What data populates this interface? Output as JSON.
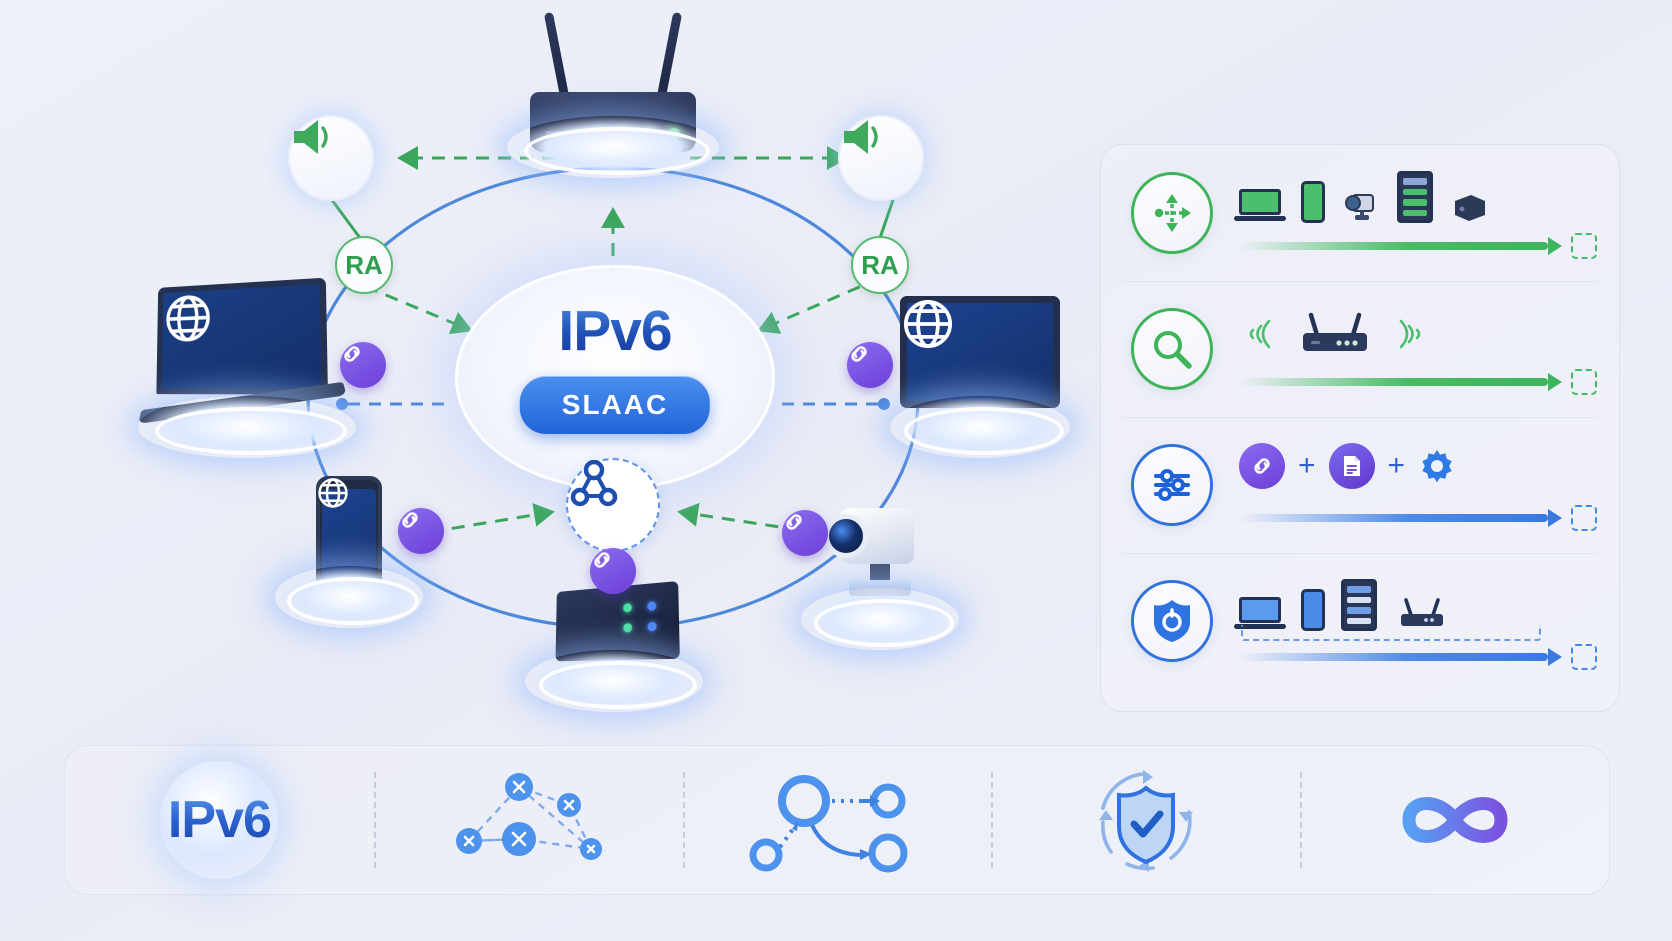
{
  "hub": {
    "title": "IPv6",
    "pill_label": "SLAAC",
    "node_icon": "network-nodes-icon"
  },
  "badges": {
    "ra_left": "RA",
    "ra_right": "RA",
    "link_icon": "chain-link-icon",
    "speaker_icon": "speaker-broadcast-icon"
  },
  "nodes": [
    {
      "id": "router",
      "name": "router-node",
      "icon": "wifi-router-icon",
      "led_color": "#6fe089",
      "led_count": 4
    },
    {
      "id": "laptop",
      "name": "laptop-node",
      "icon": "globe-icon"
    },
    {
      "id": "monitor",
      "name": "desktop-monitor-node",
      "icon": "globe-icon"
    },
    {
      "id": "phone",
      "name": "smartphone-node",
      "icon": "globe-icon"
    },
    {
      "id": "server",
      "name": "server-nas-node",
      "icon": "server-icon"
    },
    {
      "id": "camera",
      "name": "ip-camera-node",
      "icon": "webcam-icon"
    }
  ],
  "legend": {
    "rows": [
      {
        "badge_icon": "multicast-arrows-icon",
        "badge_color": "#3cb457",
        "glyphs": [
          "laptop-icon",
          "smartphone-icon",
          "webcam-icon",
          "server-rack-icon",
          "server-tower-icon"
        ],
        "arrow_color": "#3fb45e",
        "arrow_style": "solid",
        "endpoint": "dashed-target-box"
      },
      {
        "badge_icon": "magnifier-discovery-icon",
        "badge_color": "#3cb457",
        "glyphs": [
          "wifi-signal-left-icon",
          "router-icon",
          "wifi-signal-right-icon"
        ],
        "arrow_color": "#3fb45e",
        "arrow_style": "solid",
        "endpoint": "dashed-target-box"
      },
      {
        "badge_icon": "sliders-config-icon",
        "badge_color": "#3173dd",
        "glyphs": [
          "chain-link-icon",
          "plus-sign",
          "document-icon",
          "plus-sign",
          "gear-icon"
        ],
        "arrow_color": "#3a79df",
        "arrow_style": "solid",
        "endpoint": "dashed-target-box"
      },
      {
        "badge_icon": "shield-privacy-icon",
        "badge_color": "#3173dd",
        "glyphs": [
          "laptop-icon",
          "smartphone-icon",
          "server-rack-icon",
          "router-icon"
        ],
        "arrow_color": "#3a79df",
        "arrow_style": "dashed",
        "endpoint": "dashed-target-box"
      }
    ]
  },
  "bottom_bar": {
    "items": [
      {
        "label": "IPv6",
        "icon": "ipv6-globe-logo"
      },
      {
        "label": "",
        "icon": "mesh-network-icon"
      },
      {
        "label": "",
        "icon": "routing-hub-icon"
      },
      {
        "label": "",
        "icon": "shield-check-cycle-icon"
      },
      {
        "label": "",
        "icon": "infinity-icon"
      }
    ]
  },
  "colors": {
    "background": "#eceef8",
    "ra_green": "#2f9e4f",
    "link_purple": "#6c3fd8",
    "ipv6_blue": "#1f4fb5",
    "slaac_blue": "#2064d8",
    "device_navy": "#1a2240"
  }
}
